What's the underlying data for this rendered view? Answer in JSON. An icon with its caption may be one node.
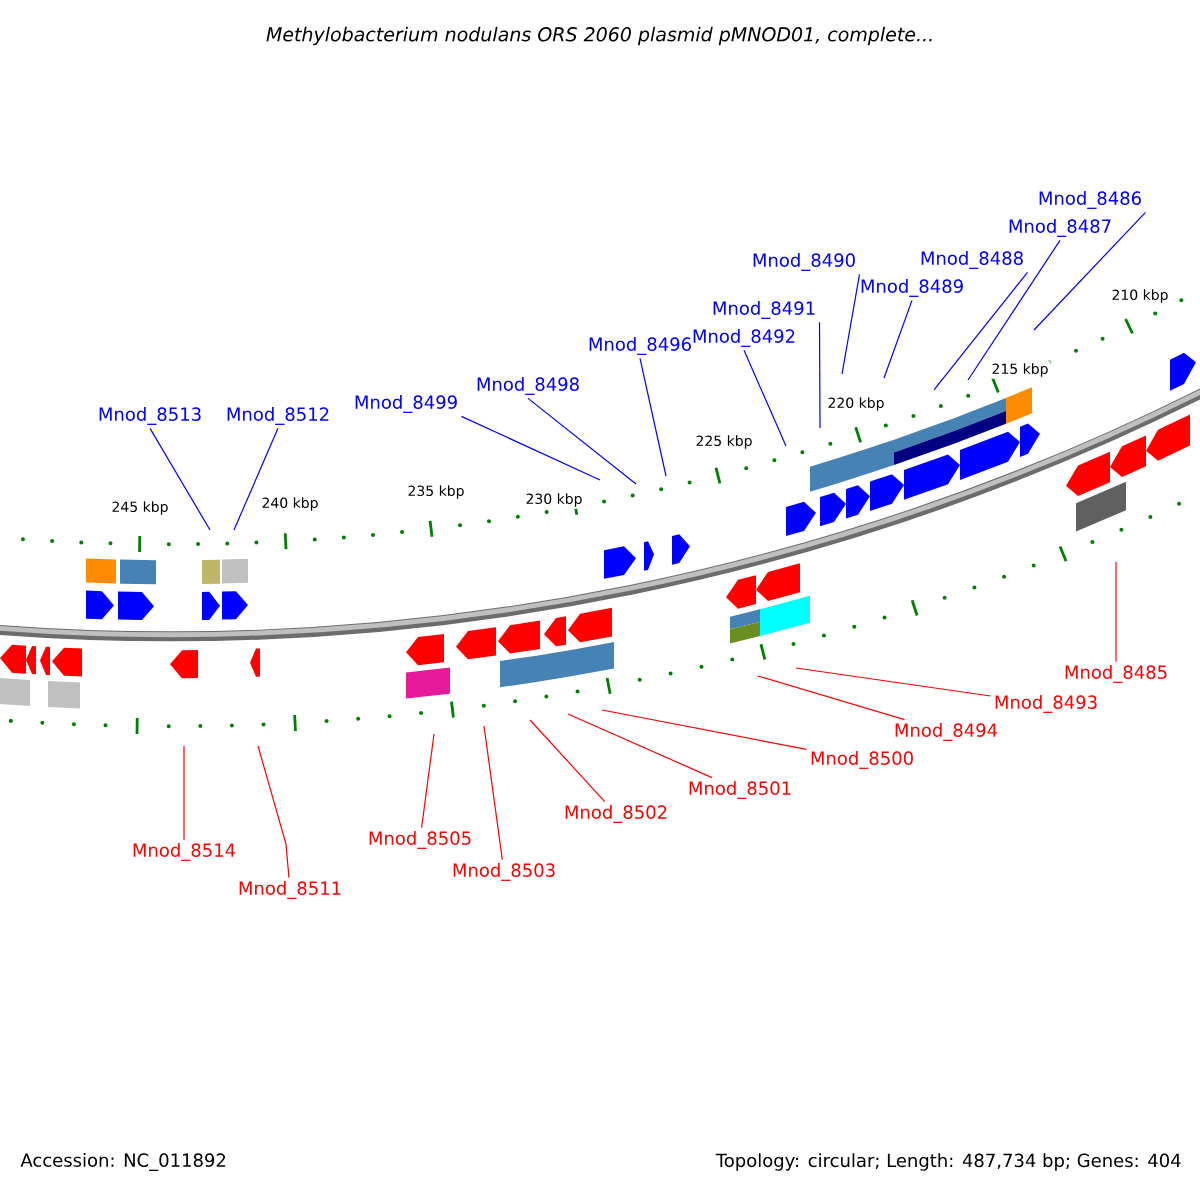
{
  "diagram": {
    "title": "Methylobacterium nodulans ORS 2060 plasmid pMNOD01, complete...",
    "nodes": [
      {
        "text": [
          "Mnod_8486"
        ]
      },
      {
        "text": [
          "Mnod_8487"
        ]
      },
      {
        "text": [
          "Mnod_8488"
        ]
      },
      {
        "text": [
          "Mnod_8490"
        ]
      },
      {
        "text": [
          "Mnod_8489"
        ]
      },
      {
        "text": [
          "Mnod_8491"
        ]
      },
      {
        "text": [
          "Mnod_8492"
        ]
      },
      {
        "text": [
          "Mnod_8496"
        ]
      },
      {
        "text": [
          "Mnod_8498"
        ]
      },
      {
        "text": [
          "Mnod_8499"
        ]
      },
      {
        "text": [
          "Mnod_8513"
        ]
      },
      {
        "text": [
          "Mnod_8512"
        ]
      },
      {
        "text": [
          "Mnod_8485"
        ]
      },
      {
        "text": [
          "Mnod_8493"
        ]
      },
      {
        "text": [
          "Mnod_8494"
        ]
      },
      {
        "text": [
          "Mnod_8500"
        ]
      },
      {
        "text": [
          "Mnod_8501"
        ]
      },
      {
        "text": [
          "Mnod_8502"
        ]
      },
      {
        "text": [
          "Mnod_8505"
        ]
      },
      {
        "text": [
          "Mnod_8514"
        ]
      },
      {
        "text": [
          "Mnod_8503"
        ]
      },
      {
        "text": [
          "Mnod_8511"
        ]
      }
    ],
    "edges": [
      {
        "from": 0,
        "to": null,
        "arrow": "none",
        "color": "#0000ff"
      },
      {
        "from": 1,
        "to": null,
        "arrow": "none",
        "color": "#0000ff"
      },
      {
        "from": 2,
        "to": null,
        "arrow": "none",
        "color": "#0000ff"
      },
      {
        "from": 3,
        "to": null,
        "arrow": "none",
        "color": "#0000ff"
      },
      {
        "from": 4,
        "to": null,
        "arrow": "none",
        "color": "#0000ff"
      },
      {
        "from": 5,
        "to": null,
        "arrow": "none",
        "color": "#0000ff"
      },
      {
        "from": 6,
        "to": null,
        "arrow": "none",
        "color": "#0000ff"
      },
      {
        "from": 7,
        "to": null,
        "arrow": "none",
        "color": "#0000ff"
      },
      {
        "from": 8,
        "to": null,
        "arrow": "none",
        "color": "#0000ff"
      },
      {
        "from": 9,
        "to": null,
        "arrow": "none",
        "color": "#0000ff"
      },
      {
        "from": 10,
        "to": null,
        "arrow": "none",
        "color": "#0000ff"
      },
      {
        "from": 11,
        "to": null,
        "arrow": "none",
        "color": "#0000ff"
      },
      {
        "from": 12,
        "to": null,
        "arrow": "none",
        "color": "#ff0000"
      },
      {
        "from": 13,
        "to": null,
        "arrow": "none",
        "color": "#ff0000"
      },
      {
        "from": 14,
        "to": null,
        "arrow": "none",
        "color": "#ff0000"
      },
      {
        "from": 15,
        "to": null,
        "arrow": "none",
        "color": "#ff0000"
      },
      {
        "from": 16,
        "to": null,
        "arrow": "none",
        "color": "#ff0000"
      },
      {
        "from": 17,
        "to": null,
        "arrow": "none",
        "color": "#ff0000"
      },
      {
        "from": 18,
        "to": null,
        "arrow": "none",
        "color": "#ff0000"
      },
      {
        "from": 19,
        "to": null,
        "arrow": "none",
        "color": "#ff0000"
      },
      {
        "from": 20,
        "to": null,
        "arrow": "none",
        "color": "#ff0000"
      },
      {
        "from": 21,
        "to": null,
        "arrow": "none",
        "color": "#ff0000"
      }
    ],
    "labels": [
      "210 kbp",
      "215 kbp",
      "220 kbp",
      "225 kbp",
      "230 kbp",
      "235 kbp",
      "240 kbp",
      "245 kbp",
      "Accession: NC_011892",
      "Topology: circular; Length: 487,734 bp; Genes: 404"
    ]
  }
}
